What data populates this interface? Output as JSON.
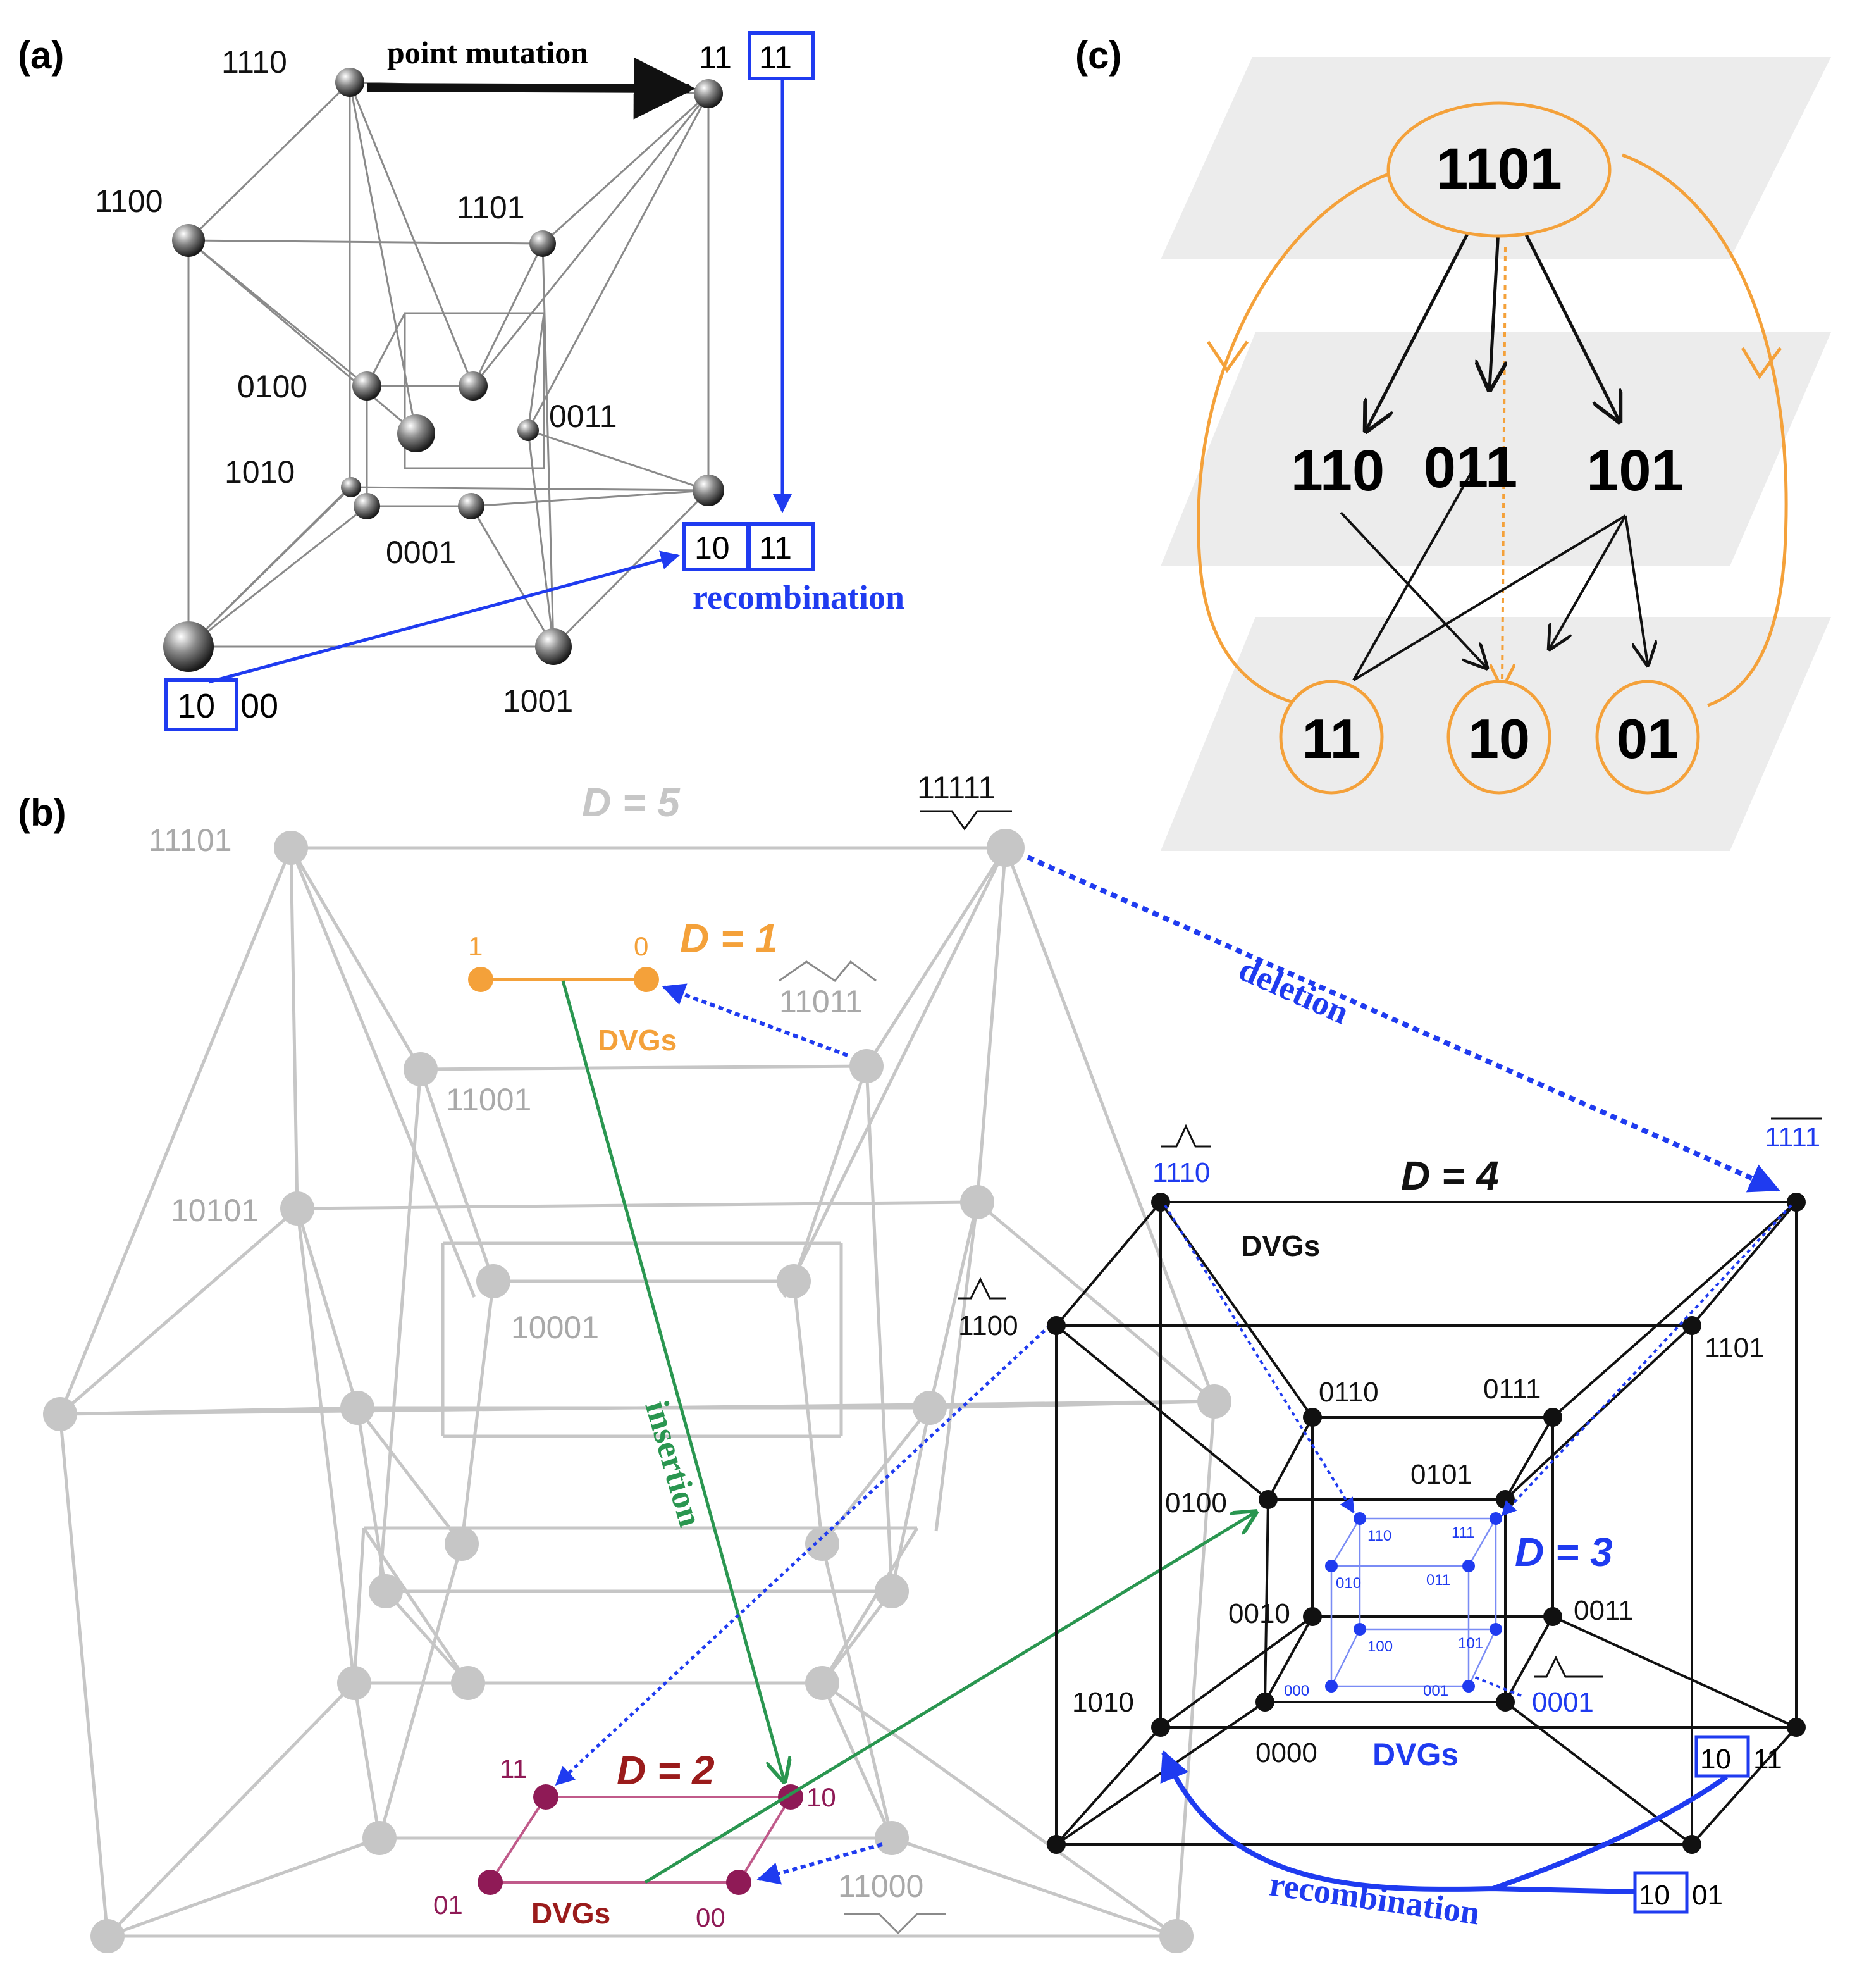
{
  "panel_labels": [
    "(a)",
    "(b)",
    "(c)"
  ],
  "colors": {
    "black": "#111111",
    "grey": "#c6c6c6",
    "greyText": "#a9a9a9",
    "blue": "#1f3bf0",
    "orange": "#f4a13a",
    "green": "#2a9650",
    "maroon": "#8f1a56",
    "darkRed": "#9a1b1b",
    "panelShade": "#ececec"
  },
  "panel_a": {
    "title_arrow": "point mutation",
    "recombination": "recombination",
    "nodes": [
      "1110",
      "1100",
      "1101",
      "0100",
      "0011",
      "1010",
      "0001",
      "1001"
    ],
    "box_top": [
      "11",
      "11"
    ],
    "box_mid": [
      "10",
      "11"
    ],
    "box_bottom": [
      "10",
      "00"
    ]
  },
  "panel_b": {
    "d5": "D = 5",
    "d4": "D = 4",
    "d3": "D = 3",
    "d2": "D = 2",
    "d1": "D = 1",
    "deletion": "deletion",
    "insertion": "insertion",
    "recombination": "recombination",
    "dvgs": "DVGs",
    "grey_nodes": [
      "11101",
      "11001",
      "10101",
      "10001"
    ],
    "top_right_label": "11111",
    "d1_nodes": [
      "1",
      "0"
    ],
    "d1_source": "11011",
    "d4_nodes": [
      "1110",
      "1111",
      "1100",
      "1101",
      "0110",
      "0111",
      "0100",
      "0101",
      "0010",
      "0011",
      "1010",
      "0000",
      "0001"
    ],
    "d3_nodes": [
      "110",
      "111",
      "010",
      "011",
      "100",
      "101",
      "000",
      "001"
    ],
    "d2_nodes": [
      "11",
      "10",
      "01",
      "00"
    ],
    "d2_source": "11000",
    "rec_boxes": [
      "10",
      "11",
      "10",
      "01"
    ]
  },
  "panel_c": {
    "root": "1101",
    "middle": [
      "110",
      "011",
      "101"
    ],
    "bottom": [
      "11",
      "10",
      "01"
    ]
  }
}
